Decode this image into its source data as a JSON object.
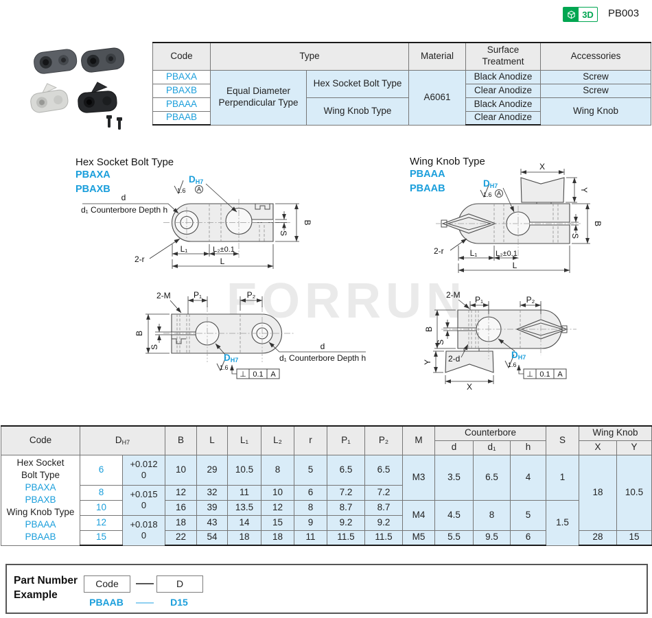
{
  "page": {
    "part_code": "PB003",
    "badge_3d_label": "3D"
  },
  "colors": {
    "accent_blue": "#1a9edb",
    "light_blue_bg": "#d9ecf8",
    "header_gray": "#ebebeb",
    "badge_green": "#00a651"
  },
  "top_table": {
    "headers": {
      "code": "Code",
      "type": "Type",
      "material": "Material",
      "surface": "Surface Treatment",
      "accessories": "Accessories"
    },
    "type_group": "Equal Diameter Perpendicular Type",
    "subtype_hex": "Hex Socket Bolt Type",
    "subtype_wing": "Wing Knob Type",
    "material_value": "A6061",
    "wing_accessory": "Wing Knob",
    "rows": [
      {
        "code": "PBAXA",
        "surface": "Black Anodize",
        "accessory": "Screw"
      },
      {
        "code": "PBAXB",
        "surface": "Clear Anodize",
        "accessory": "Screw"
      },
      {
        "code": "PBAAA",
        "surface": "Black Anodize"
      },
      {
        "code": "PBAAB",
        "surface": "Clear Anodize"
      }
    ]
  },
  "drawings": {
    "watermark": "FORRUN",
    "hex_section": {
      "title": "Hex Socket Bolt Type",
      "code1": "PBAXA",
      "code2": "PBAXB"
    },
    "wing_section": {
      "title": "Wing Knob Type",
      "code1": "PBAAA",
      "code2": "PBAAB"
    },
    "labels": {
      "D": "D",
      "H7": "H7",
      "ra": "1.6",
      "datum_a": "A",
      "d": "d",
      "d1_note": "d₁ Counterbore Depth h",
      "two_r": "2-r",
      "two_m": "2-M",
      "two_d": "2-d",
      "l1": "L₁",
      "l2_tol": "L₂±0.1",
      "l": "L",
      "b": "B",
      "s": "S",
      "p1": "P₁",
      "p2": "P₂",
      "x": "X",
      "y": "Y",
      "perp": "⊥",
      "perp_tol": "0.1"
    }
  },
  "dim_table": {
    "headers": {
      "code": "Code",
      "d_main": "D",
      "d_sub": "H7",
      "b": "B",
      "l": "L",
      "l1": "L₁",
      "l2": "L₂",
      "r": "r",
      "p1": "P₁",
      "p2": "P₂",
      "m": "M",
      "counterbore": "Counterbore",
      "cb_d": "d",
      "cb_d1": "d₁",
      "cb_h": "h",
      "s": "S",
      "wing_knob": "Wing Knob",
      "wk_x": "X",
      "wk_y": "Y"
    },
    "code_cell": {
      "line1": "Hex Socket",
      "line2": "Bolt Type",
      "code1": "PBAXA",
      "code2": "PBAXB",
      "line3": "Wing Knob Type",
      "code3": "PBAAA",
      "code4": "PBAAB"
    },
    "rows": [
      {
        "d": "6",
        "b": "10",
        "l": "29",
        "l1": "10.5",
        "l2": "8",
        "r": "5",
        "p1": "6.5",
        "p2": "6.5"
      },
      {
        "d": "8",
        "b": "12",
        "l": "32",
        "l1": "11",
        "l2": "10",
        "r": "6",
        "p1": "7.2",
        "p2": "7.2"
      },
      {
        "d": "10",
        "b": "16",
        "l": "39",
        "l1": "13.5",
        "l2": "12",
        "r": "8",
        "p1": "8.7",
        "p2": "8.7"
      },
      {
        "d": "12",
        "b": "18",
        "l": "43",
        "l1": "14",
        "l2": "15",
        "r": "9",
        "p1": "9.2",
        "p2": "9.2"
      },
      {
        "d": "15",
        "b": "22",
        "l": "54",
        "l1": "18",
        "l2": "18",
        "r": "11",
        "p1": "11.5",
        "p2": "11.5"
      }
    ],
    "tol": [
      {
        "upper": "+0.012",
        "lower": "0"
      },
      {
        "upper": "+0.015",
        "lower": "0"
      },
      {
        "upper": "+0.018",
        "lower": "0"
      }
    ],
    "m": [
      "M3",
      "M4",
      "M5"
    ],
    "cbore": [
      {
        "d": "3.5",
        "d1": "6.5",
        "h": "4"
      },
      {
        "d": "4.5",
        "d1": "8",
        "h": "5"
      },
      {
        "d": "5.5",
        "d1": "9.5",
        "h": "6"
      }
    ],
    "s": [
      "1",
      "1.5"
    ],
    "wing": [
      {
        "x": "18",
        "y": "10.5"
      },
      {
        "x": "28",
        "y": "15"
      }
    ]
  },
  "part_number": {
    "label_line1": "Part Number",
    "label_line2": "Example",
    "box_code": "Code",
    "box_d": "D",
    "example_code": "PBAAB",
    "example_d": "D15"
  }
}
